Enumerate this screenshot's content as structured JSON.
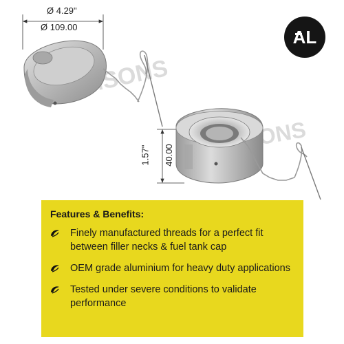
{
  "brand": {
    "logo_text": "AL",
    "watermark_text": "AMSONS"
  },
  "top_cap": {
    "diameter_inch": "Ø 4.29\"",
    "diameter_mm": "Ø 109.00"
  },
  "side_view": {
    "height_inch": "1.57\"",
    "height_mm": "40.00"
  },
  "features": {
    "title": "Features & Benefits:",
    "items": [
      "Finely manufactured threads for a perfect fit between filler necks & fuel tank cap",
      "OEM grade aluminium for heavy duty applications",
      "Tested under severe conditions to validate performance"
    ]
  },
  "colors": {
    "panel": "#e8d81e",
    "metal": "#bcbcbc",
    "logo_bg": "#151515"
  },
  "icons": {
    "bullet": "leaf-swirl-icon",
    "logo": "al-logo-icon"
  }
}
